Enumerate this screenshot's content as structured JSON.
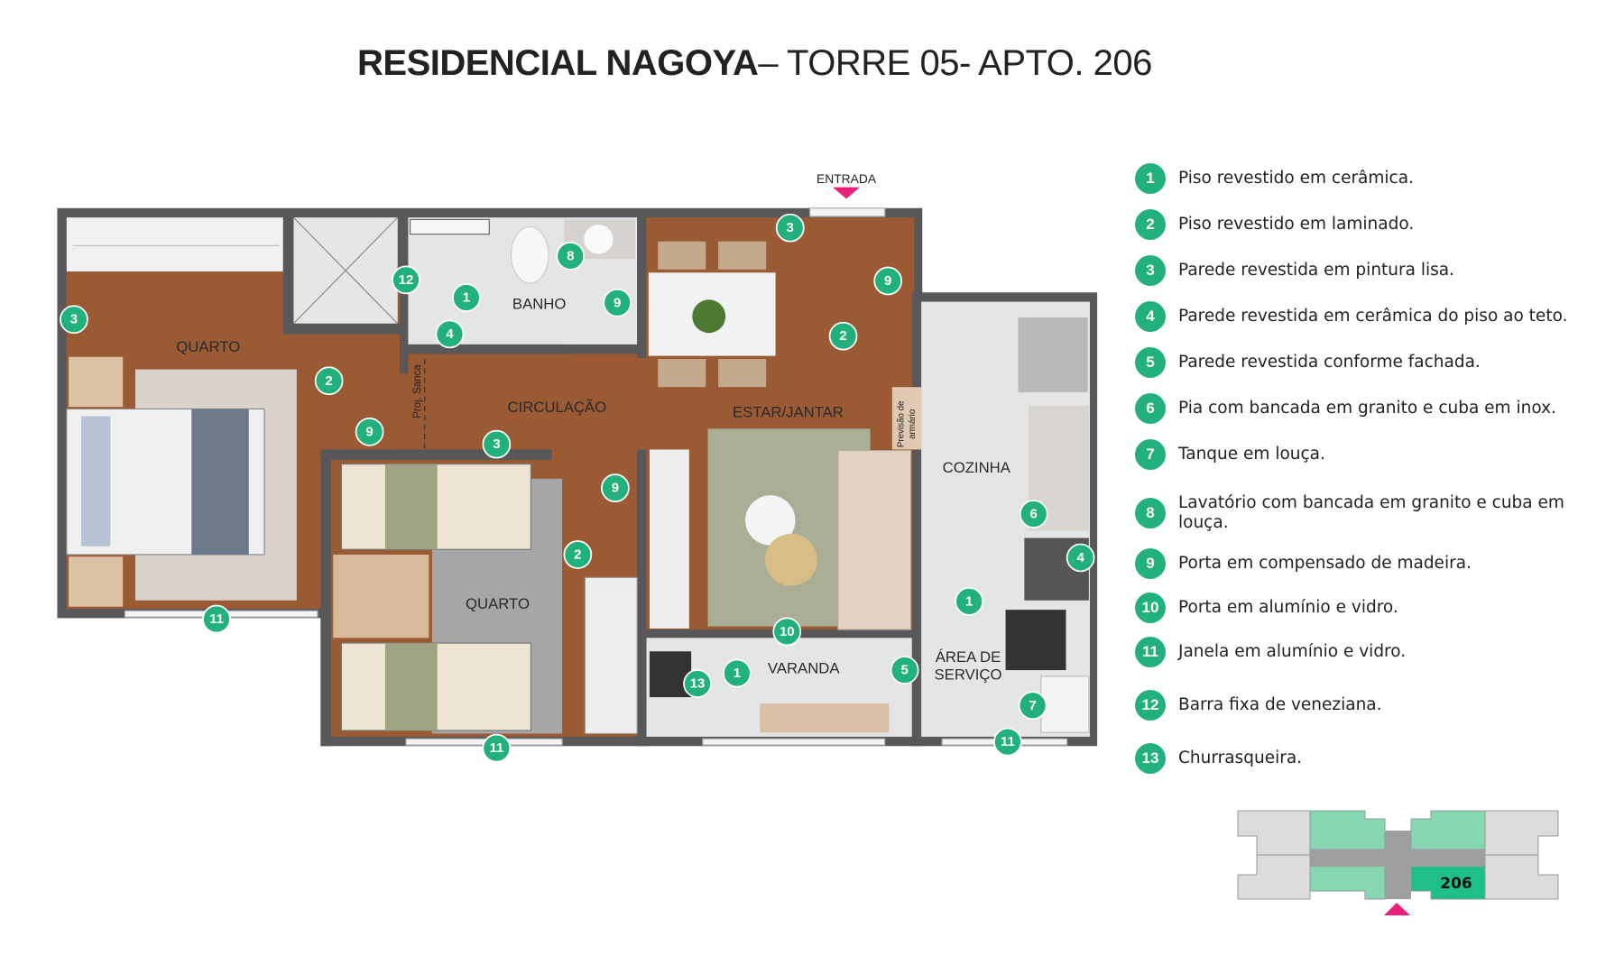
{
  "title": {
    "bold": "RESIDENCIAL NAGOYA",
    "rest": "– TORRE 05- APTO. 206"
  },
  "plan": {
    "entrance_label": "ENTRADA",
    "rooms": {
      "quarto1": "QUARTO",
      "banho": "BANHO",
      "circulacao": "CIRCULAÇÃO",
      "estar": "ESTAR/JANTAR",
      "cozinha": "COZINHA",
      "quarto2": "QUARTO",
      "varanda": "VARANDA",
      "area_line1": "ÁREA DE",
      "area_line2": "SERVIÇO",
      "sanca": "Proj. Sanca",
      "armario_line1": "Previsão de",
      "armario_line2": "armário"
    },
    "markers": [
      "3",
      "9",
      "2",
      "8",
      "12",
      "1",
      "9",
      "4",
      "3",
      "2",
      "9",
      "3",
      "9",
      "2",
      "11",
      "10",
      "1",
      "13",
      "5",
      "1",
      "6",
      "4",
      "7",
      "11",
      "11"
    ]
  },
  "legend": [
    {
      "num": "1",
      "text": "Piso revestido em cerâmica."
    },
    {
      "num": "2",
      "text": "Piso revestido em laminado."
    },
    {
      "num": "3",
      "text": "Parede revestida em pintura lisa."
    },
    {
      "num": "4",
      "text": "Parede revestida em cerâmica do piso ao teto."
    },
    {
      "num": "5",
      "text": "Parede revestida conforme fachada."
    },
    {
      "num": "6",
      "text": "Pia com bancada em granito e cuba em inox."
    },
    {
      "num": "7",
      "text": "Tanque em louça."
    },
    {
      "num": "8",
      "text": "Lavatório com bancada em granito e cuba em louça."
    },
    {
      "num": "9",
      "text": "Porta em compensado de madeira."
    },
    {
      "num": "10",
      "text": "Porta em alumínio e vidro."
    },
    {
      "num": "11",
      "text": "Janela em alumínio e vidro."
    },
    {
      "num": "12",
      "text": "Barra fixa de veneziana."
    },
    {
      "num": "13",
      "text": "Churrasqueira."
    }
  ],
  "minimap": {
    "unit_label": "206"
  },
  "colors": {
    "accent": "#22b07d",
    "entrance": "#e8207a",
    "wood": "#9a5a33",
    "wall": "#58585a",
    "tile": "#e4e5e7",
    "unit_highlight": "#1fbf8a",
    "other_units": "#86d8b2"
  }
}
